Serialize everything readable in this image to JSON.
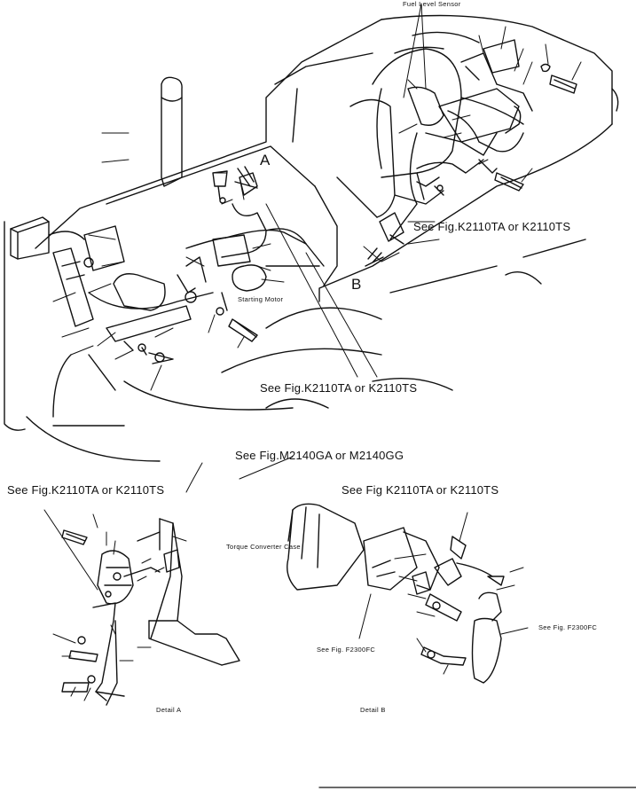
{
  "labels": {
    "fuel_level_sensor": "Fuel Level Sensor",
    "starting_motor": "Starting Motor",
    "torque_converter_case": "Torque Converter Case",
    "ref_k2110ta_ts": "See Fig.K2110TA or K2110TS",
    "ref_k2110ta_ts_b": "See Fig K2110TA or K2110TS",
    "ref_m2140ga_gg": "See Fig.M2140GA or M2140GG",
    "ref_f2300fc": "See Fig. F2300FC",
    "ref_f2300fc_b": "See Fig. F2300FC",
    "view_a": "A",
    "view_b": "B",
    "detail_a": "Detail A",
    "detail_b": "Detail B"
  }
}
